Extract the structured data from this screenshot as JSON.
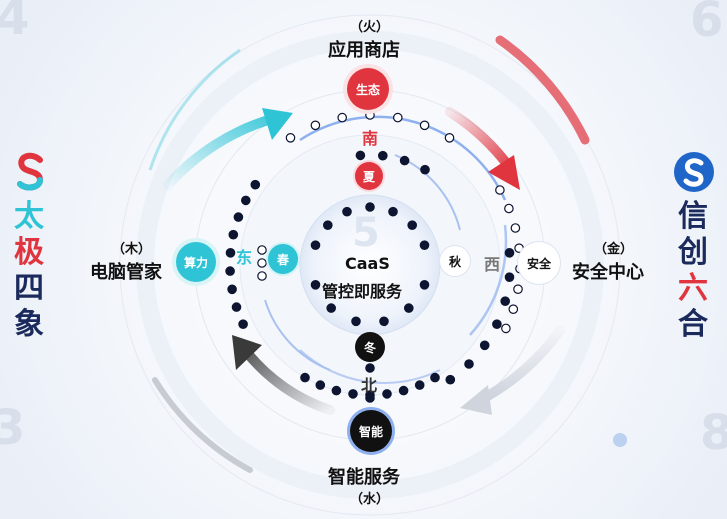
{
  "left_title": [
    "太",
    "极",
    "四",
    "象"
  ],
  "right_title": [
    "信",
    "创",
    "六",
    "合"
  ],
  "top": {
    "element": "（火）",
    "name": "应用商店",
    "node": "生态"
  },
  "bottom": {
    "element": "（水）",
    "name": "智能服务",
    "node": "智能"
  },
  "left": {
    "element": "（木）",
    "name": "电脑管家",
    "node": "算力"
  },
  "right": {
    "element": "（金）",
    "name": "安全中心",
    "node": "安全"
  },
  "center": {
    "title": "CaaS",
    "subtitle": "管控即服务",
    "corner_digit": "5"
  },
  "directions": {
    "south": "南",
    "east": "东",
    "west": "西",
    "north": "北"
  },
  "seasons": {
    "summer": "夏",
    "spring": "春",
    "autumn": "秋",
    "winter": "冬"
  },
  "corner_digits": {
    "top_left": "4",
    "top_right": "6",
    "bottom_left": "3",
    "bottom_right": "8"
  },
  "colors": {
    "red": "#e0353f",
    "cyan": "#2ec4d6",
    "dark": "#111111",
    "blue_ring": "#8fb0ee",
    "navy": "#1b2a5c"
  }
}
